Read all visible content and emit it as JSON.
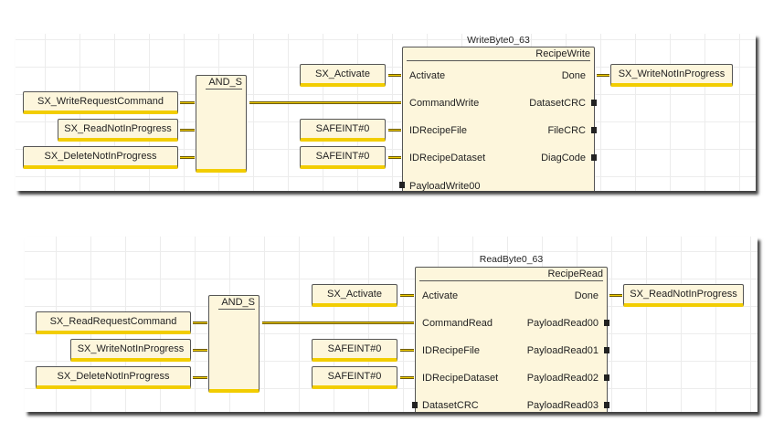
{
  "colors": {
    "block_fill": "#fdf6dc",
    "wire": "#f2cd00",
    "border": "#555555"
  },
  "write_network": {
    "inputs": [
      "SX_WriteRequestCommand",
      "SX_ReadNotInProgress",
      "SX_DeleteNotInProgress"
    ],
    "and_block": {
      "type": "AND_S"
    },
    "constants": {
      "activate": "SX_Activate",
      "id_file": "SAFEINT#0",
      "id_dataset": "SAFEINT#0"
    },
    "fb": {
      "instance": "WriteByte0_63",
      "type": "RecipeWrite",
      "inputs": [
        "Activate",
        "CommandWrite",
        "IDRecipeFile",
        "IDRecipeDataset",
        "PayloadWrite00"
      ],
      "outputs": [
        "Done",
        "DatasetCRC",
        "FileCRC",
        "DiagCode"
      ]
    },
    "output_var": "SX_WriteNotInProgress"
  },
  "read_network": {
    "inputs": [
      "SX_ReadRequestCommand",
      "SX_WriteNotInProgress",
      "SX_DeleteNotInProgress"
    ],
    "and_block": {
      "type": "AND_S"
    },
    "constants": {
      "activate": "SX_Activate",
      "id_file": "SAFEINT#0",
      "id_dataset": "SAFEINT#0"
    },
    "fb": {
      "instance": "ReadByte0_63",
      "type": "RecipeRead",
      "inputs": [
        "Activate",
        "CommandRead",
        "IDRecipeFile",
        "IDRecipeDataset",
        "DatasetCRC"
      ],
      "outputs": [
        "Done",
        "PayloadRead00",
        "PayloadRead01",
        "PayloadRead02",
        "PayloadRead03"
      ]
    },
    "output_var": "SX_ReadNotInProgress"
  }
}
